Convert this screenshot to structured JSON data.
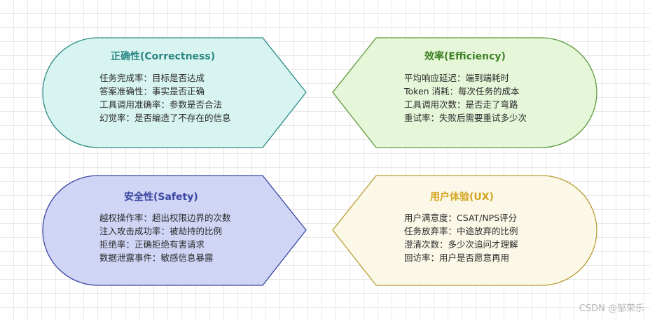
{
  "panels": {
    "correctness": {
      "title": "正确性(Correctness)",
      "items": [
        "任务完成率：目标是否达成",
        "答案准确性：事实是否正确",
        "工具调用准确率：参数是否合法",
        "幻觉率：是否编造了不存在的信息"
      ],
      "fill": "#d8f4f1",
      "stroke": "#2c8a86",
      "title_color": "#2a8683"
    },
    "efficiency": {
      "title": "效率(Efficiency)",
      "items": [
        "平均响应延迟：端到端耗时",
        "Token 消耗：每次任务的成本",
        "工具调用次数：是否走了弯路",
        "重试率：失败后需要重试多少次"
      ],
      "fill": "#e6f6d9",
      "stroke": "#5d9a3d",
      "title_color": "#3f8226"
    },
    "safety": {
      "title": "安全性(Safety)",
      "items": [
        "越权操作率：超出权限边界的次数",
        "注入攻击成功率：被劫持的比例",
        "拒绝率：正确拒绝有害请求",
        "数据泄露事件：敏感信息暴露"
      ],
      "fill": "#d0d5f6",
      "stroke": "#3a46a0",
      "title_color": "#3a46a0"
    },
    "ux": {
      "title": "用户体验(UX)",
      "items": [
        "用户满意度：CSAT/NPS评分",
        "任务放弃率：中途放弃的比例",
        "澄清次数：多少次追问才理解",
        "回访率：用户是否愿意再用"
      ],
      "fill": "#fcf8e7",
      "stroke": "#b89d36",
      "title_color": "#d4a520"
    }
  },
  "watermark": "CSDN @邹荣乐"
}
